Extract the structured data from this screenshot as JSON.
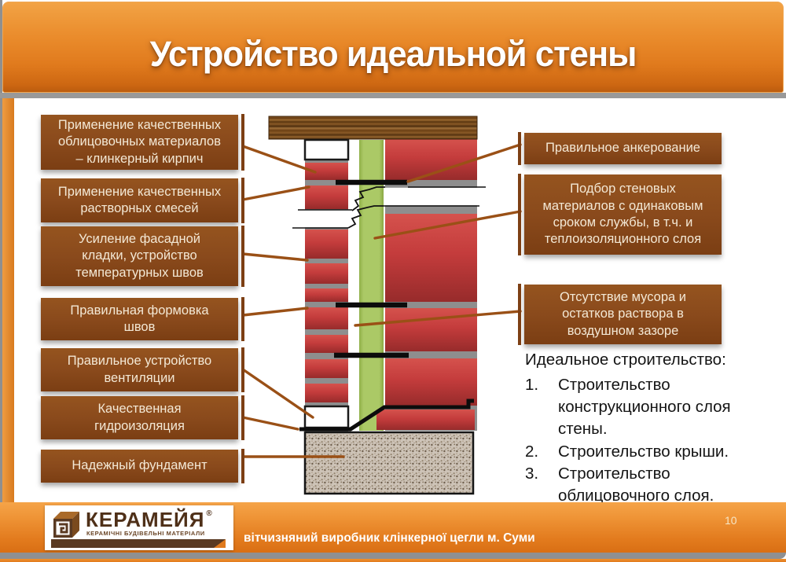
{
  "slide": {
    "title": "Устройство идеальной стены",
    "page_number": "10"
  },
  "left_callouts": [
    {
      "label": "Применение качественных\nоблицовочных материалов\n– клинкерный кирпич"
    },
    {
      "label": "Применение качественных\nрастворных смесей"
    },
    {
      "label": "Усиление фасадной\nкладки, устройство\nтемпературных швов"
    },
    {
      "label": "Правильная формовка\nшвов"
    },
    {
      "label": "Правильное устройство\nвентиляции"
    },
    {
      "label": "Качественная\nгидроизоляция"
    },
    {
      "label": "Надежный фундамент"
    }
  ],
  "right_callouts": [
    {
      "label": "Правильное анкерование"
    },
    {
      "label": "Подбор стеновых\nматериалов с одинаковым\nсроком службы, в т.ч. и\nтеплоизоляционного слоя"
    },
    {
      "label": "Отсутствие мусора и\nостатков раствора в\nвоздушном зазоре"
    }
  ],
  "ideal_list": {
    "heading": "Идеальное строительство:",
    "items": [
      "Строительство\nконструкционного слоя\nстены.",
      "Строительство крыши.",
      "Строительство\nоблицовочного слоя."
    ]
  },
  "footer": {
    "brand": "КЕРАМЕЙЯ",
    "registered_mark": "®",
    "brand_subtitle": "КЕРАМІЧНІ БУДІВЕЛЬНІ МАТЕРІАЛИ",
    "tagline": "вітчизняний виробник клінкерної цегли м. Суми",
    "logo_icon": "brick-cube-icon"
  },
  "colors": {
    "accent_orange": "#e07a1d",
    "callout_brown": "#8a4a1c",
    "brick_red": "#c43c3c",
    "insulation_green": "#a7c561",
    "mortar_gray": "#8e8e8e",
    "leader_brown": "#9a5016"
  }
}
